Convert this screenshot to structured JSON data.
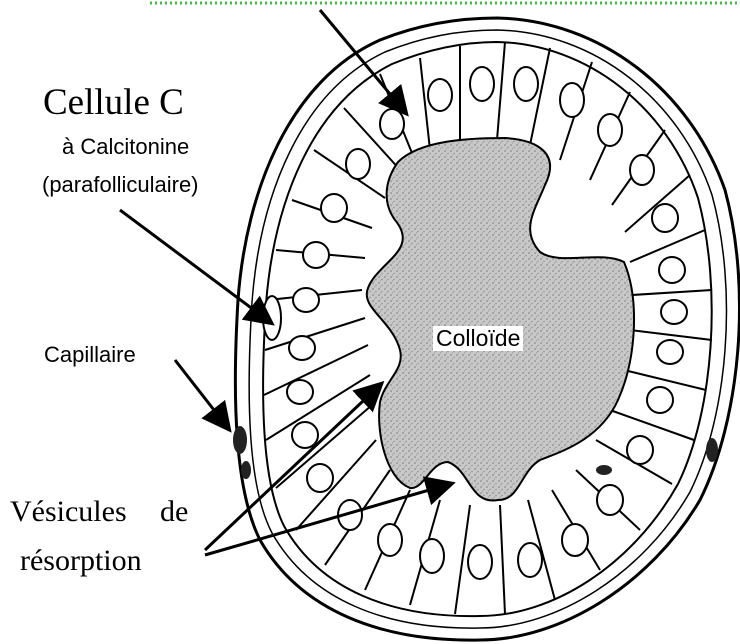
{
  "labels": {
    "cellule_c": "Cellule C",
    "calcitonine": "à Calcitonine",
    "parafolliculaire": "(parafolliculaire)",
    "capillaire": "Capillaire",
    "vesicules": "Vésicules",
    "de": "de",
    "resorption": "résorption",
    "colloide": "Colloïde"
  },
  "colors": {
    "ink": "#000000",
    "colloid_fill": "#bdbdbd",
    "cell_fill": "#ffffff",
    "highlight_border": "#3cc23c"
  },
  "icons": [
    "follicle-diagram",
    "arrow-icon"
  ]
}
